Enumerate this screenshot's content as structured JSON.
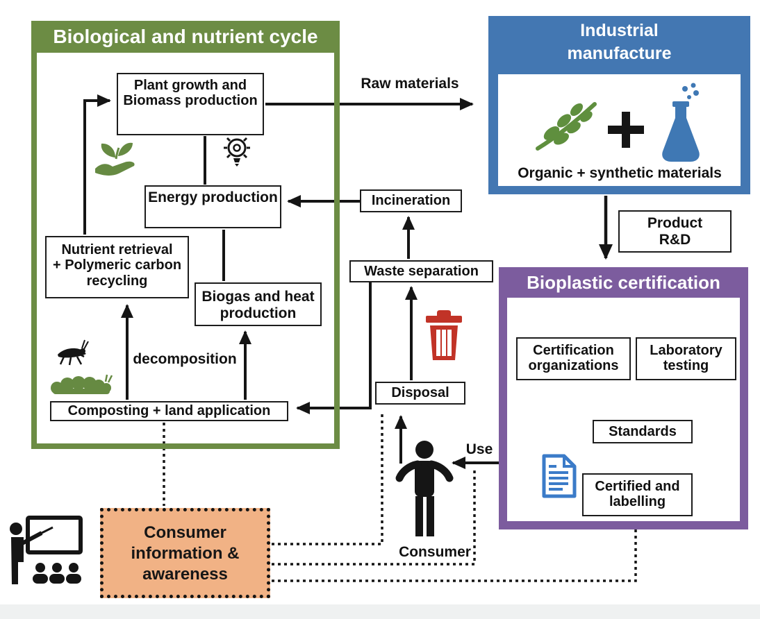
{
  "colors": {
    "green": "#6c8c44",
    "blue": "#4377b2",
    "purple": "#7c5c9e",
    "orange_fill": "#f1b285",
    "trash_red": "#c13327",
    "doc_blue": "#3b7bc8",
    "line_black": "#151515"
  },
  "biological_cycle": {
    "title": "Biological and nutrient cycle",
    "boxes": {
      "plant_growth": "Plant growth and\nBiomass production",
      "energy": "Energy production",
      "nutrient": "Nutrient retrieval\n+ Polymeric carbon\nrecycling",
      "biogas": "Biogas and heat\nproduction",
      "composting": "Composting + land application"
    },
    "decomposition_label": "decomposition"
  },
  "flow_labels": {
    "raw_materials": "Raw materials",
    "use": "Use"
  },
  "waste_chain": {
    "incineration": "Incineration",
    "waste_separation": "Waste separation",
    "disposal": "Disposal"
  },
  "industrial": {
    "title": "Industrial\nmanufacture",
    "caption": "Organic + synthetic materials",
    "product_rd": "Product\nR&D"
  },
  "certification": {
    "title": "Bioplastic certification",
    "cert_orgs": "Certification\norganizations",
    "lab_testing": "Laboratory\ntesting",
    "standards": "Standards",
    "certified": "Certified and\nlabelling"
  },
  "consumer": {
    "label": "Consumer",
    "awareness": "Consumer\ninformation &\nawareness"
  }
}
